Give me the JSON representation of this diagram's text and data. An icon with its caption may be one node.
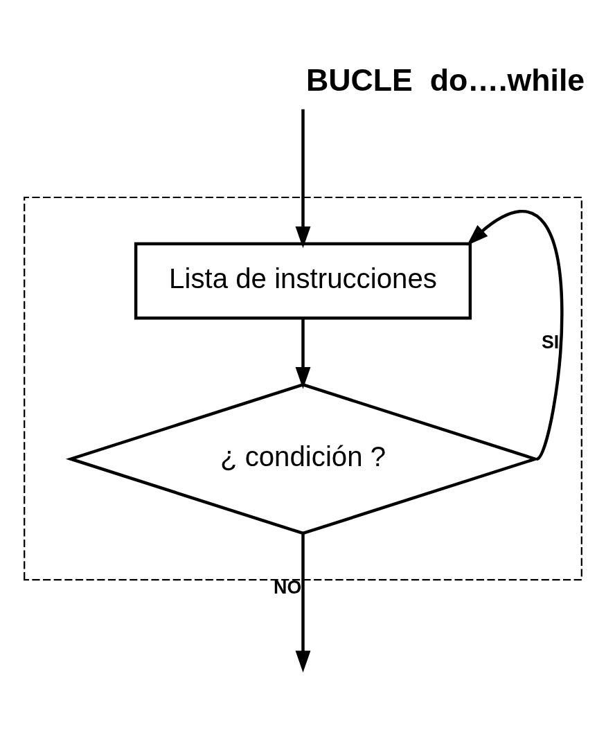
{
  "diagram": {
    "title": "BUCLE  do….while",
    "nodes": [
      {
        "text": [],
        "shape": "box"
      },
      {
        "text": [
          "Lista de instrucciones"
        ],
        "in": 0
      },
      {
        "text": [
          "¿ condición ?"
        ],
        "in": 0
      }
    ],
    "edges": [
      {
        "from": null,
        "to": 1,
        "arrow": "to"
      },
      {
        "from": 1,
        "to": 2,
        "arrow": "to"
      },
      {
        "from": 2,
        "to": 1,
        "arrow": "to",
        "label": "SI"
      },
      {
        "from": 2,
        "to": null,
        "arrow": "to",
        "label": "NO"
      }
    ]
  }
}
